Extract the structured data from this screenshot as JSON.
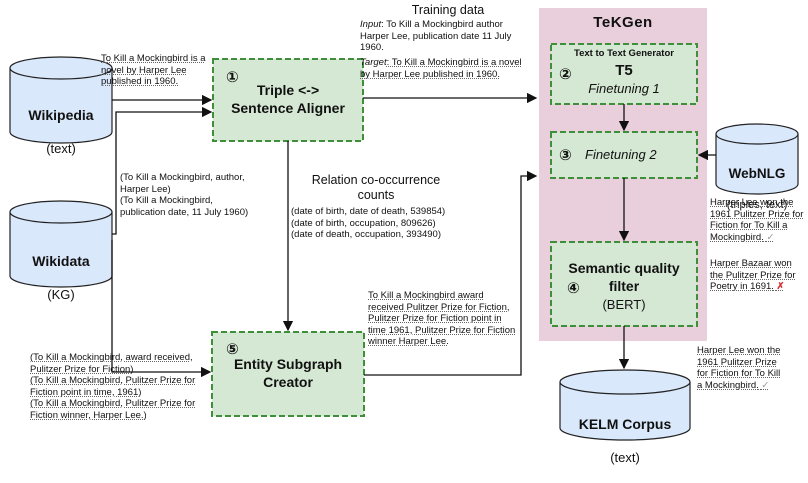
{
  "tekgen": {
    "title": "TeKGen"
  },
  "training_data": {
    "title": "Training data",
    "input_label": "Input",
    "input_text": ": To Kill a Mockingbird author Harper Lee, publication date 11 July 1960.",
    "target_label": "Target",
    "target_text": ": To Kill a Mockingbird is a novel by Harper Lee published in 1960."
  },
  "wikipedia": {
    "title": "Wikipedia",
    "sub": "(text)"
  },
  "wikidata": {
    "title": "Wikidata",
    "sub": "(KG)"
  },
  "webnlg": {
    "title": "WebNLG",
    "sub": "(triples, text)"
  },
  "kelm": {
    "title": "KELM Corpus",
    "sub": "(text)"
  },
  "aligner": {
    "num": "①",
    "title": "Triple <->\nSentence Aligner"
  },
  "t5": {
    "num": "②",
    "header": "Text to Text Generator",
    "title": "T5",
    "sub": "Finetuning 1"
  },
  "ft2": {
    "num": "③",
    "title": "Finetuning 2"
  },
  "filter": {
    "num": "④",
    "title": "Semantic quality\nfilter",
    "sub": "(BERT)"
  },
  "subgraph": {
    "num": "⑤",
    "title": "Entity Subgraph\nCreator"
  },
  "notes": {
    "wikipedia_sentence": "To Kill a Mockingbird is a novel by Harper Lee published in 1960.",
    "wikidata_triples": "(To Kill a Mockingbird, author,\nHarper Lee)\n(To Kill a Mockingbird,\npublication date, 11 July 1960)",
    "cooccurrence_title": "Relation co-occurrence\ncounts",
    "cooccurrence_items": "(date of birth, date of death, 539854)\n(date of birth, occupation, 809626)\n(date of death, occupation, 393490)",
    "subgraph_output": "To Kill a Mockingbird award received Pulitzer Prize for Fiction, Pulitzer Prize for Fiction point in time 1961, Pulitzer Prize for Fiction winner Harper Lee.",
    "subgraph_input": "(To Kill a Mockingbird, award received, Pulitzer Prize for Fiction)\n(To Kill a Mockingbird, Pulitzer Prize for Fiction point in time, 1961)\n(To Kill a Mockingbird, Pulitzer Prize for Fiction winner, Harper Lee.)",
    "good_example": "Harper Lee won the 1961 Pulitzer Prize for Fiction for To Kill a Mockingbird.",
    "bad_example": "Harper Bazaar won the Pulitzer Prize for Poetry in 1691.",
    "kelm_example": "Harper Lee won the 1961 Pulitzer Prize for Fiction for To Kill a Mockingbird."
  },
  "marks": {
    "check": "✓",
    "cross": "✗"
  },
  "colors": {
    "tekgen_bg": "#e9cfdc",
    "box_fill": "#d5e8d4",
    "box_stroke": "#3f8f3a",
    "cyl_fill": "#dae8fc",
    "cyl_stroke": "#222222"
  }
}
